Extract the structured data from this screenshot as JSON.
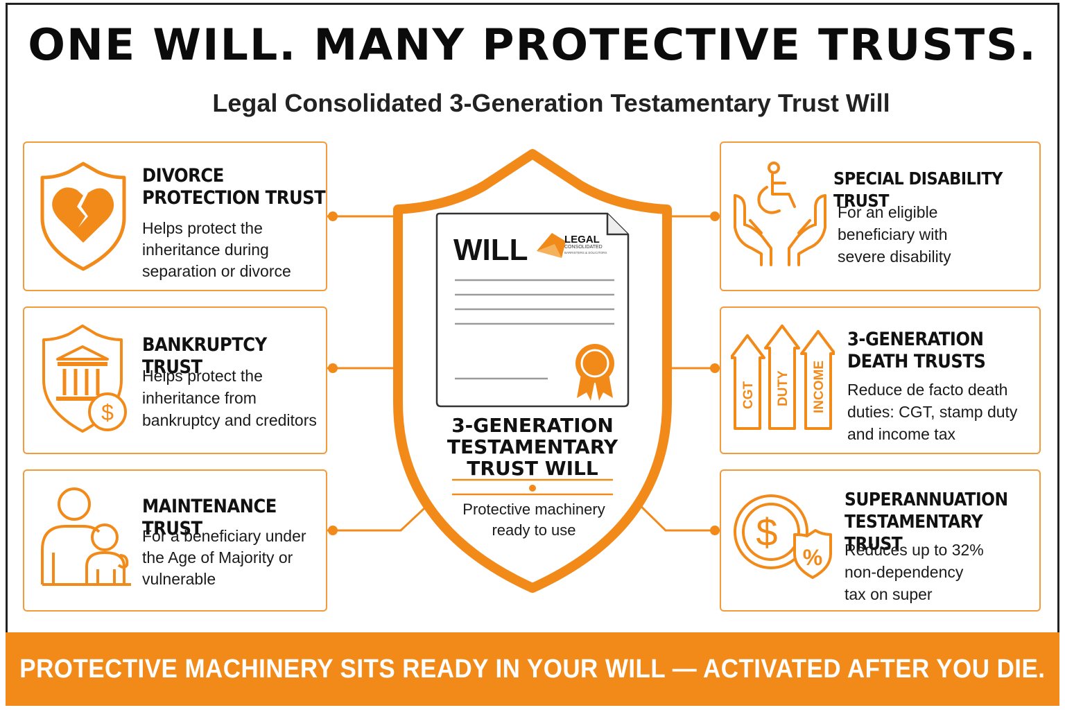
{
  "title": "ONE WILL. MANY PROTECTIVE TRUSTS.",
  "subtitle": "Legal Consolidated 3-Generation Testamentary Trust Will",
  "accent_color": "#f28a1a",
  "left_cards": [
    {
      "icon": "broken-heart-shield-icon",
      "title_lines": [
        "DIVORCE",
        "PROTECTION TRUST"
      ],
      "desc_lines": [
        "Helps protect the",
        "inheritance during",
        "separation or divorce"
      ]
    },
    {
      "icon": "bank-dollar-shield-icon",
      "title_lines": [
        "BANKRUPTCY TRUST"
      ],
      "desc_lines": [
        "Helps protect the",
        "inheritance from",
        "bankruptcy and creditors"
      ]
    },
    {
      "icon": "parent-child-icon",
      "title_lines": [
        "MAINTENANCE TRUST"
      ],
      "desc_lines": [
        "For a beneficiary under",
        "the Age of Majority or",
        "vulnerable"
      ]
    }
  ],
  "right_cards": [
    {
      "icon": "hands-wheelchair-icon",
      "title_lines": [
        "SPECIAL DISABILITY TRUST"
      ],
      "desc_lines": [
        "For an eligible",
        "beneficiary with",
        "severe disability"
      ]
    },
    {
      "icon": "tax-arrows-icon",
      "arrow_labels": [
        "CGT",
        "DUTY",
        "INCOME"
      ],
      "title_lines": [
        "3-GENERATION",
        "DEATH TRUSTS"
      ],
      "desc_lines": [
        "Reduce de facto death",
        "duties: CGT, stamp duty",
        "and income tax"
      ]
    },
    {
      "icon": "dollar-percent-shield-icon",
      "title_lines": [
        "SUPERANNUATION",
        "TESTAMENTARY TRUST"
      ],
      "desc_lines": [
        "Reduces up to 32%",
        "non-dependency",
        "tax on super"
      ]
    }
  ],
  "center": {
    "document_word": "WILL",
    "logo_name": "LEGAL",
    "logo_sub": "CONSOLIDATED",
    "logo_tagline": "BARRISTERS & SOLICITORS",
    "title_lines": [
      "3-GENERATION",
      "TESTAMENTARY",
      "TRUST WILL"
    ],
    "sub_lines": [
      "Protective machinery",
      "ready to use"
    ]
  },
  "banner": "PROTECTIVE MACHINERY SITS READY IN YOUR WILL — ACTIVATED AFTER YOU DIE."
}
